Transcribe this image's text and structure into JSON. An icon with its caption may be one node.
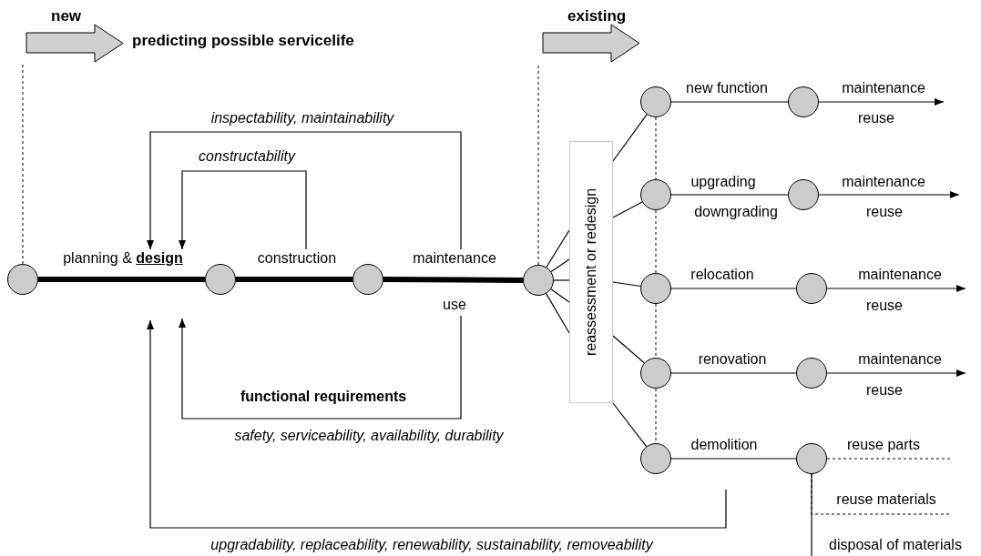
{
  "diagram": {
    "nodes": [
      {
        "text": [
          "new"
        ],
        "beside": [
          "predicting possible servicelife"
        ]
      },
      {
        "text": [
          "existing"
        ]
      },
      {
        "text": [],
        "shape": "circle"
      },
      {
        "text": [
          "planning & **design**"
        ]
      },
      {
        "text": [],
        "shape": "circle"
      },
      {
        "text": [
          "construction"
        ]
      },
      {
        "text": [],
        "shape": "circle"
      },
      {
        "text": [
          "maintenance"
        ]
      },
      {
        "text": [
          "use"
        ]
      },
      {
        "text": [],
        "shape": "circle"
      },
      {
        "text": [
          "reassessment or redesign"
        ]
      },
      {
        "text": [],
        "shape": "circle"
      },
      {
        "text": [],
        "shape": "circle"
      },
      {
        "text": [],
        "shape": "circle"
      },
      {
        "text": [],
        "shape": "circle"
      },
      {
        "text": [],
        "shape": "circle"
      },
      {
        "text": [],
        "shape": "circle"
      },
      {
        "text": [],
        "shape": "circle"
      },
      {
        "text": [],
        "shape": "circle"
      },
      {
        "text": [],
        "shape": "circle"
      },
      {
        "text": [],
        "shape": "circle"
      }
    ],
    "edges": [
      {
        "from": 2,
        "to": 0,
        "arrow": "none",
        "style": "dashed"
      },
      {
        "from": 9,
        "to": 1,
        "arrow": "none",
        "style": "dashed"
      },
      {
        "from": 2,
        "to": 4,
        "arrow": "none",
        "style": "thick"
      },
      {
        "from": 4,
        "to": 6,
        "arrow": "none",
        "style": "thick"
      },
      {
        "from": 6,
        "to": 9,
        "arrow": "none",
        "style": "thick"
      },
      {
        "from": 5,
        "to": 3,
        "arrow": "to",
        "label": "constructability"
      },
      {
        "from": 7,
        "to": 3,
        "arrow": "to",
        "label": "inspectability, maintainability"
      },
      {
        "from": 8,
        "to": null,
        "arrow": "to",
        "label": "functional requirements"
      },
      {
        "from": null,
        "to": 3,
        "arrow": "to",
        "label": "upgradability, replaceability, renewability, sustainability, removeability"
      },
      {
        "from": 9,
        "to": 10,
        "arrow": "none"
      },
      {
        "from": 9,
        "to": 10,
        "arrow": "none"
      },
      {
        "from": 9,
        "to": 10,
        "arrow": "none"
      },
      {
        "from": 9,
        "to": 10,
        "arrow": "none"
      },
      {
        "from": 9,
        "to": 10,
        "arrow": "none"
      },
      {
        "from": 10,
        "to": 11,
        "arrow": "none"
      },
      {
        "from": 10,
        "to": 12,
        "arrow": "none"
      },
      {
        "from": 10,
        "to": 13,
        "arrow": "none"
      },
      {
        "from": 10,
        "to": 14,
        "arrow": "none"
      },
      {
        "from": 10,
        "to": 15,
        "arrow": "none"
      },
      {
        "from": 11,
        "to": 12,
        "arrow": "none",
        "style": "dashed"
      },
      {
        "from": 12,
        "to": 13,
        "arrow": "none",
        "style": "dashed"
      },
      {
        "from": 13,
        "to": 14,
        "arrow": "none",
        "style": "dashed"
      },
      {
        "from": 14,
        "to": 15,
        "arrow": "none",
        "style": "dashed"
      },
      {
        "from": 11,
        "to": 16,
        "arrow": "none",
        "label": "new function"
      },
      {
        "from": 12,
        "to": 17,
        "arrow": "none",
        "label": "upgrading"
      },
      {
        "from": 13,
        "to": 18,
        "arrow": "none",
        "label": "relocation"
      },
      {
        "from": 14,
        "to": 19,
        "arrow": "none",
        "label": "renovation"
      },
      {
        "from": 15,
        "to": 20,
        "arrow": "none",
        "label": "demolition"
      },
      {
        "from": 16,
        "to": null,
        "arrow": "to",
        "label": "maintenance"
      },
      {
        "from": 17,
        "to": null,
        "arrow": "to",
        "label": "maintenance"
      },
      {
        "from": 18,
        "to": null,
        "arrow": "to",
        "label": "maintenance"
      },
      {
        "from": 19,
        "to": null,
        "arrow": "to",
        "label": "maintenance"
      },
      {
        "from": 20,
        "to": null,
        "arrow": "none",
        "style": "dashed",
        "label": "reuse parts"
      },
      {
        "from": 20,
        "to": null,
        "arrow": "none",
        "style": "dashed",
        "label": "reuse materials"
      },
      {
        "from": 20,
        "to": null,
        "arrow": "none",
        "label": "disposal of materials"
      }
    ],
    "labels": [
      "reuse",
      "downgrading",
      "reuse",
      "reuse",
      "reuse",
      "safety, serviceability, availability, durability"
    ]
  }
}
